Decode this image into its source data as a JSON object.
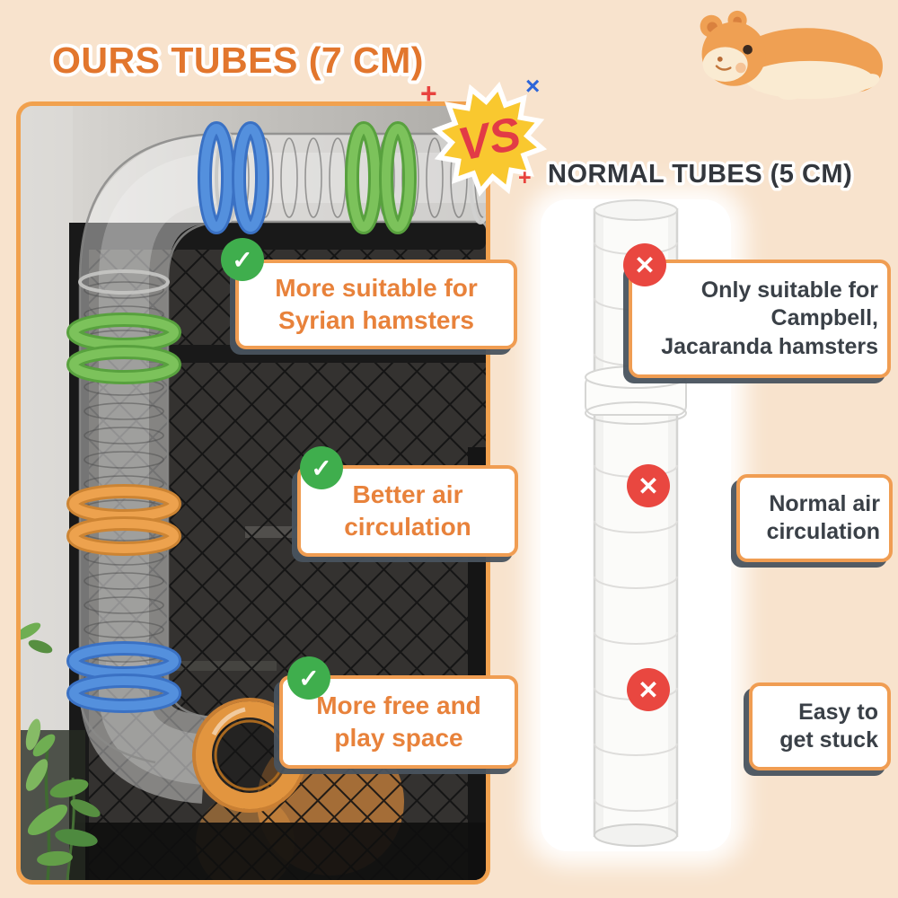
{
  "colors": {
    "background": "#f8e3cd",
    "accent_orange": "#e2762d",
    "panel_border_orange": "#f1a14e",
    "pro_green": "#3fae4d",
    "con_red": "#e94740",
    "decor_blue": "#2e66d9",
    "badge_yellow": "#f9c82f",
    "badge_red": "#e23b46",
    "dark_text": "#3a4047"
  },
  "left_section": {
    "title": "OURS TUBES (7 CM)",
    "pros": [
      {
        "text": "More suitable for\nSyrian hamsters"
      },
      {
        "text": "Better air\ncirculation"
      },
      {
        "text": "More free and\nplay space"
      }
    ]
  },
  "right_section": {
    "title": "NORMAL TUBES (5 CM)",
    "cons": [
      {
        "text": "Only suitable for\nCampbell,\nJacaranda hamsters"
      },
      {
        "text": "Normal air\ncirculation"
      },
      {
        "text": "Easy to\nget stuck"
      }
    ]
  },
  "vs_badge": {
    "label": "VS"
  },
  "decorations": {
    "plus_top": "+",
    "cross_top": "×",
    "plus_side": "+"
  },
  "icons": {
    "check_glyph": "✓",
    "cross_glyph": "✕",
    "hamster_illustration": "lying-cartoon-hamster",
    "left_photo": "hamster-cage-with-wide-colorful-tubes",
    "right_photo": "narrow-clear-tube"
  }
}
